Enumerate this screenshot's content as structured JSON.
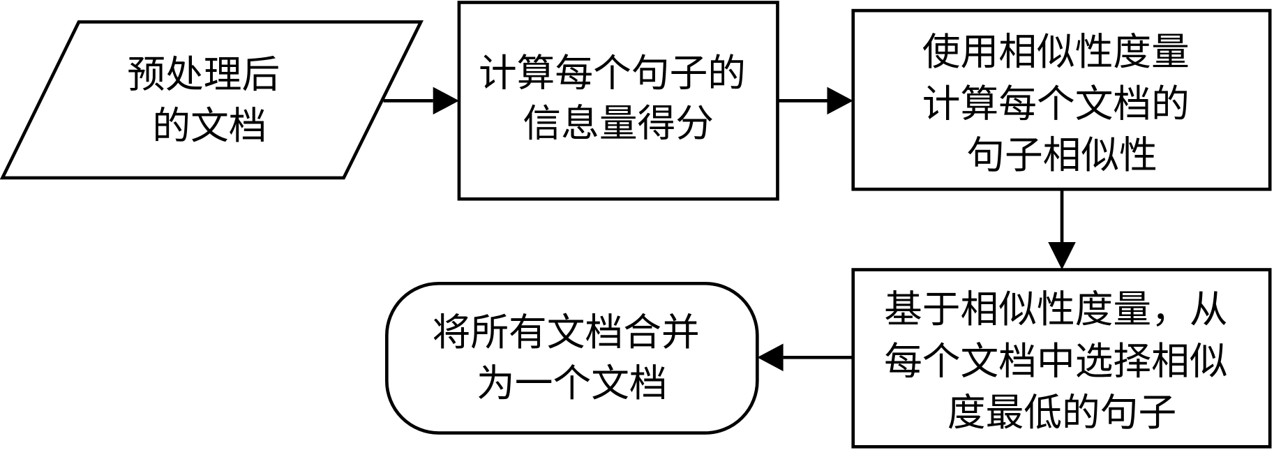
{
  "nodes": {
    "input_doc": {
      "shape": "parallelogram",
      "lines": [
        "预处理后",
        "的文档"
      ]
    },
    "info_score": {
      "shape": "rectangle",
      "lines": [
        "计算每个句子的",
        "信息量得分"
      ]
    },
    "similarity_calc": {
      "shape": "rectangle",
      "lines": [
        "使用相似性度量",
        "计算每个文档的",
        "句子相似性"
      ]
    },
    "select_low": {
      "shape": "rectangle",
      "lines": [
        "基于相似性度量，从",
        "每个文档中选择相似",
        "度最低的句子"
      ]
    },
    "merge_docs": {
      "shape": "rounded-rectangle",
      "lines": [
        "将所有文档合并",
        "为一个文档"
      ]
    }
  },
  "edges": [
    {
      "from": "input_doc",
      "to": "info_score"
    },
    {
      "from": "info_score",
      "to": "similarity_calc"
    },
    {
      "from": "similarity_calc",
      "to": "select_low"
    },
    {
      "from": "select_low",
      "to": "merge_docs"
    }
  ]
}
